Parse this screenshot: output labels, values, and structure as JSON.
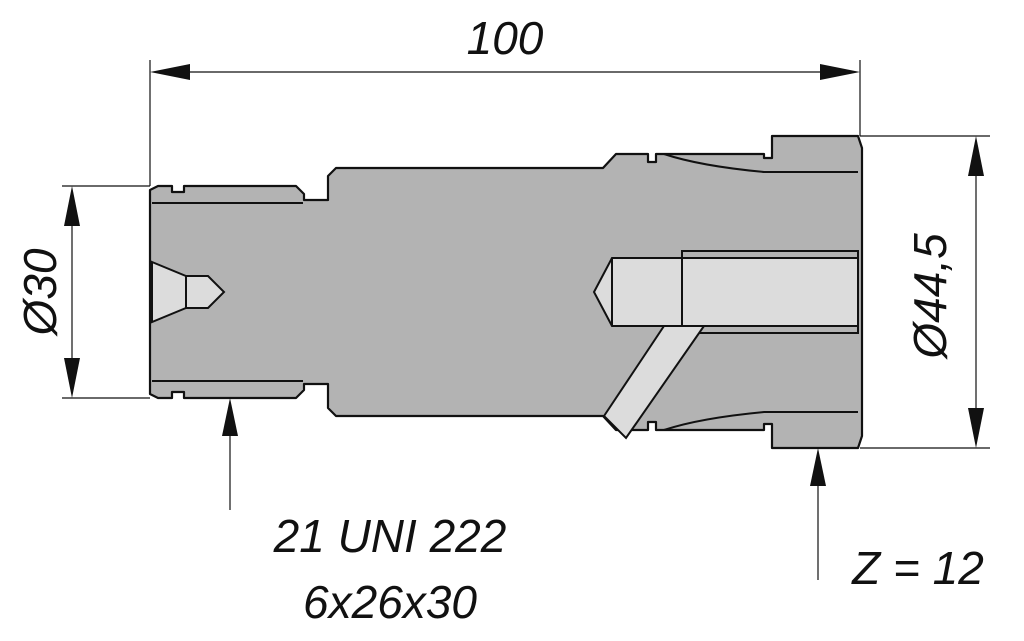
{
  "dimensions": {
    "length": "100",
    "small_diameter": "Ø30",
    "large_diameter": "Ø44,5"
  },
  "callouts": {
    "spline_line1": "21 UNI 222",
    "spline_line2": "6x26x30",
    "gear_teeth": "Z = 12"
  },
  "colors": {
    "body": "#b3b3b3",
    "bore": "#dcdcdc",
    "line": "#111111"
  }
}
